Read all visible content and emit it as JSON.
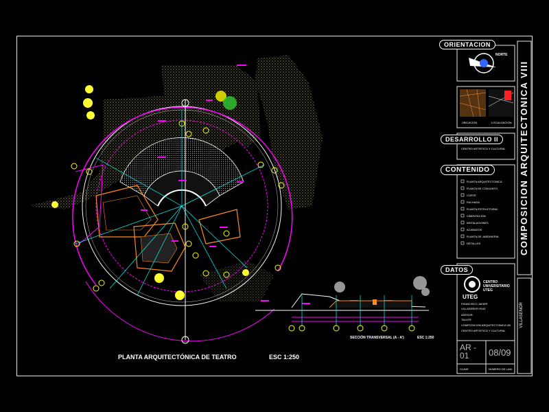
{
  "title_block": {
    "vertical_title": "COMPOSICION ARQUITECTONICA VIII",
    "side_label": "VILLASEÑOR",
    "orientation": {
      "label": "ORIENTACION",
      "north": "NORTE"
    },
    "location": {
      "label_left": "UBICACION",
      "label_right": "LOCALIZACION"
    },
    "development": {
      "label": "DESARROLLO II",
      "subtitle": "CENTRO ARTISTICO Y CULTURAL"
    },
    "contents": {
      "label": "CONTENIDO",
      "items": [
        "PLANTA ARQUITECTONICA",
        "PLANTA DE CONJUNTO",
        "CORTE",
        "FACHADA",
        "PLANTA ESTRUCTURAL",
        "CIMENTACION",
        "INSTALACIONES",
        "ACABADOS",
        "PLANTA DE JARDINERIA",
        "DETALLES"
      ]
    },
    "data": {
      "label": "DATOS",
      "school": "CENTRO UNIVERSITARIO UTEG",
      "logo_text": "UTEG",
      "lines": [
        "FRANCISCO JAVIER",
        "VILLASEÑOR RUIZ",
        "ASESOR",
        "TALLER",
        "COMPOSICION ARQUITECTONICA VIII",
        "CENTRO ARTISTICO Y CULTURAL"
      ]
    },
    "sheet_code": "AR - 01",
    "sheet_number": "08/09",
    "footer_left": "CLAVE",
    "footer_right": "NÚMERO DE LAM."
  },
  "drawing": {
    "main_caption": "PLANTA ARQUITECTÓNICA DE TEATRO",
    "main_scale": "ESC 1:250",
    "section_caption": "SECCIÓN TRANSVERSAL (A - A')",
    "section_scale": "ESC 1:250",
    "colors": {
      "magenta": "#ff00ff",
      "yellow": "#ffff00",
      "cyan": "#00ffff",
      "orange": "#ff8c1a",
      "hatch": "#8b8b5a",
      "white": "#ffffff",
      "green": "#33cc33"
    }
  }
}
